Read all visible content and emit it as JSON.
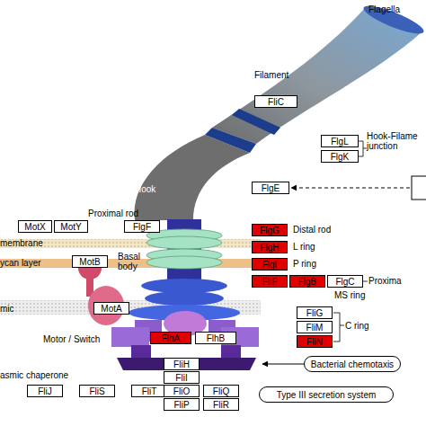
{
  "diagram": {
    "nodes": [
      {
        "text": [
          "FliC"
        ]
      },
      {
        "text": [
          "FlgL"
        ]
      },
      {
        "text": [
          "FlgK"
        ]
      },
      {
        "text": [
          "FlgE"
        ]
      },
      {
        "text": [
          "MotX"
        ]
      },
      {
        "text": [
          "MotY"
        ]
      },
      {
        "text": [
          "FlgF"
        ]
      },
      {
        "text": [
          "FlgG"
        ]
      },
      {
        "text": [
          "FlgH"
        ]
      },
      {
        "text": [
          "FlgI"
        ]
      },
      {
        "text": [
          "MotB"
        ]
      },
      {
        "text": [
          "FliF"
        ]
      },
      {
        "text": [
          "FlgB"
        ]
      },
      {
        "text": [
          "FlgC"
        ]
      },
      {
        "text": [
          "MotA"
        ]
      },
      {
        "text": [
          "FliG"
        ]
      },
      {
        "text": [
          "FliM"
        ]
      },
      {
        "text": [
          "FliN"
        ]
      },
      {
        "text": [
          "FlhA"
        ]
      },
      {
        "text": [
          "FlhB"
        ]
      },
      {
        "text": [
          "Bacterial chemotaxis"
        ]
      },
      {
        "text": [
          "FliJ"
        ]
      },
      {
        "text": [
          "FliS"
        ]
      },
      {
        "text": [
          "FliT"
        ]
      },
      {
        "text": [
          "FliH"
        ]
      },
      {
        "text": [
          "FliI"
        ]
      },
      {
        "text": [
          "FliO"
        ]
      },
      {
        "text": [
          "FliQ"
        ]
      },
      {
        "text": [
          "FliP"
        ]
      },
      {
        "text": [
          "FliR"
        ]
      },
      {
        "text": [
          "Type III secretion system"
        ]
      }
    ],
    "labels": [
      "Flagella",
      "Filament",
      "Hook-Filame junction",
      "Hook",
      "Proximal rod",
      "Distal rod",
      "membrane",
      "L ring",
      "ycan layer",
      "P ring",
      "Basal body",
      "Proxima",
      "mic",
      "MS ring",
      "C ring",
      "Motor / Switch",
      "asmic chaperone"
    ]
  }
}
